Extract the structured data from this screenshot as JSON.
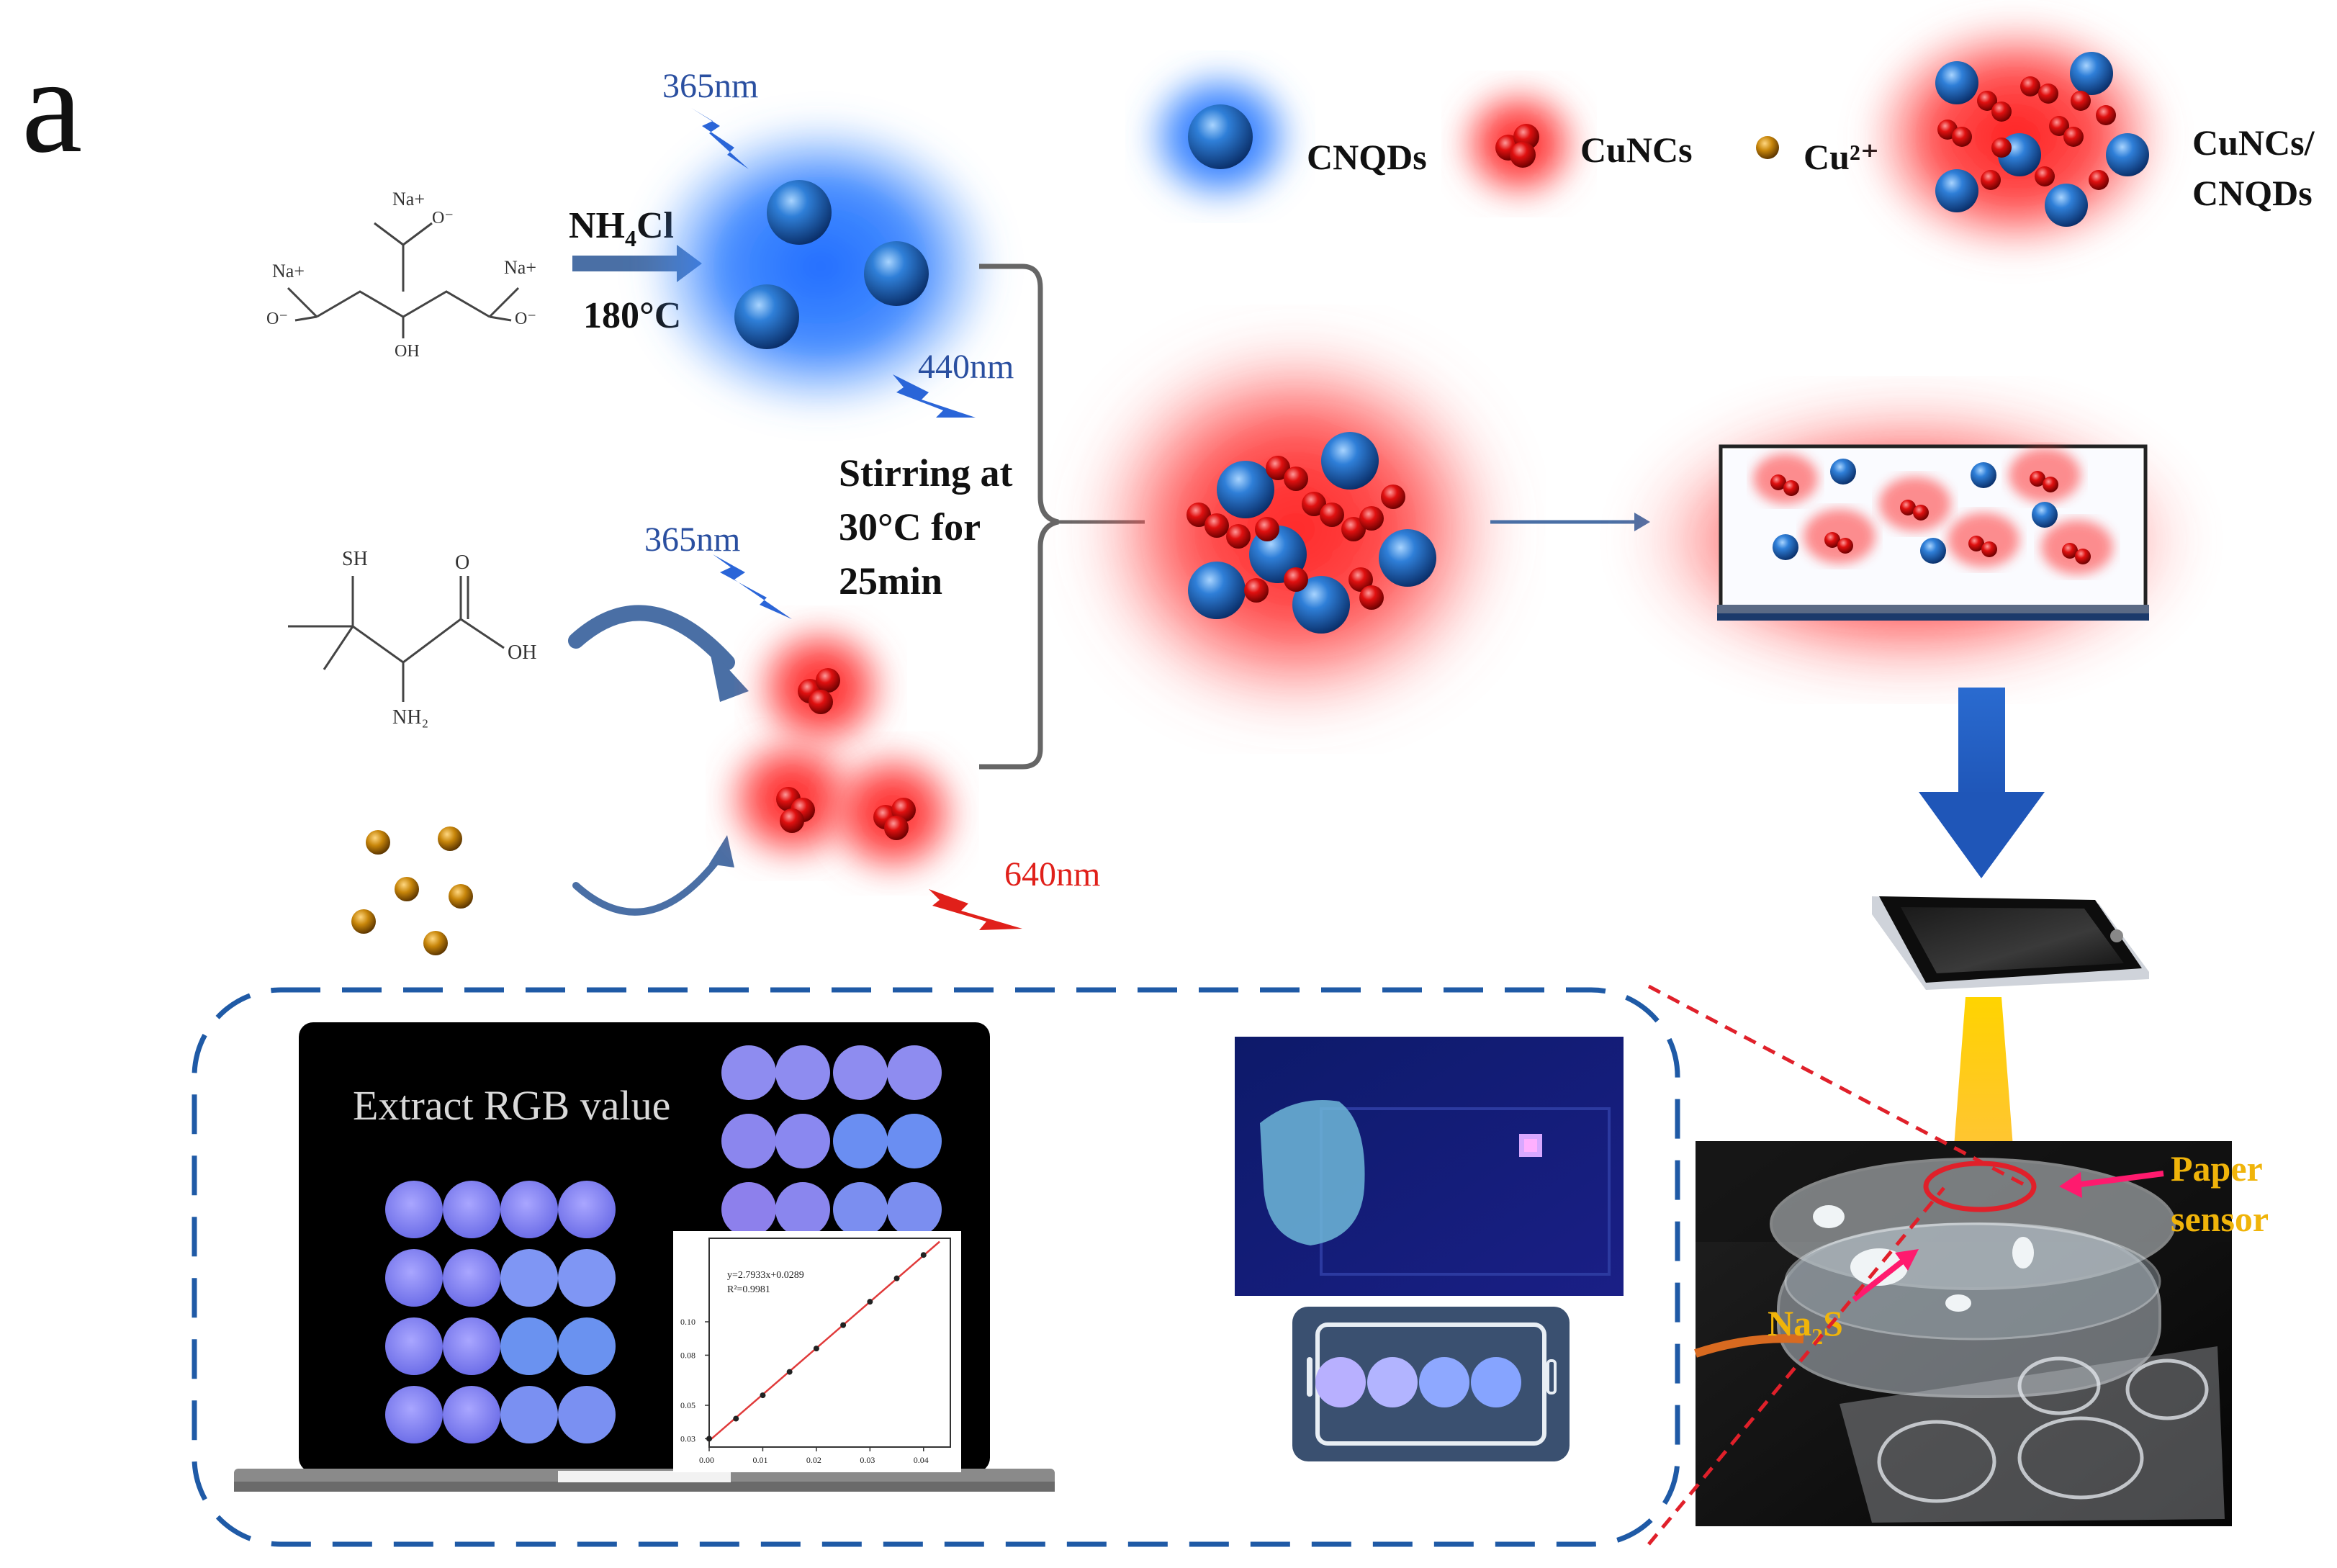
{
  "panel_label": "a",
  "legend": {
    "cnqds": "CNQDs",
    "cuncs": "CuNCs",
    "cu_ion": "Cu²⁺",
    "composite_line1": "CuNCs/",
    "composite_line2": "CNQDs"
  },
  "synthesis": {
    "reagent_nh4cl_main": "NH",
    "reagent_nh4cl_sub": "4",
    "reagent_nh4cl_tail": "Cl",
    "temperature": "180°C",
    "excitation_top": "365nm",
    "emission_blue": "440nm",
    "excitation_bottom": "365nm",
    "emission_red": "640nm",
    "stirring_line1": "Stirring at",
    "stirring_line2": "30°C for",
    "stirring_line3": "25min"
  },
  "citrate_labels": {
    "na_top": "Na+",
    "na_left": "Na+",
    "na_right": "Na+",
    "o_minus": "O⁻",
    "oh": "OH"
  },
  "penicillamine_labels": {
    "sh": "SH",
    "o": "O",
    "oh": "OH",
    "nh2": "NH₂"
  },
  "analysis": {
    "extract_rgb": "Extract RGB value",
    "regression_eq": "y=2.7933x+0.0289",
    "r_squared": "R²=0.9981",
    "x_ticks": [
      "0.00",
      "0.01",
      "0.02",
      "0.03",
      "0.04"
    ],
    "y_ticks": [
      "0.10",
      "0.08",
      "0.05",
      "0.03"
    ]
  },
  "device": {
    "paper_line1": "Paper",
    "paper_line2": "sensor",
    "na2s_main": "Na",
    "na2s_sub": "2",
    "na2s_tail": "S"
  },
  "chart_data": {
    "type": "scatter",
    "x": [
      0.0,
      0.005,
      0.01,
      0.015,
      0.02,
      0.025,
      0.03,
      0.035,
      0.04
    ],
    "y": [
      0.03,
      0.042,
      0.056,
      0.07,
      0.084,
      0.098,
      0.112,
      0.126,
      0.14
    ],
    "xlim": [
      0.0,
      0.045
    ],
    "ylim": [
      0.025,
      0.15
    ],
    "fit": "linear",
    "colors": {
      "points": "#222222",
      "fit": "#e03a3a"
    }
  },
  "colors": {
    "blue_glow": "#2a6cf0",
    "red_glow": "#ff2a2a",
    "copper": "#c8860a",
    "dash_box": "#1f5aa6",
    "arrow_blue": "#2a6bd0",
    "uv_text": "#2a4fa0",
    "red_text": "#e0201a",
    "paper_sensor": "#f0b40a"
  }
}
